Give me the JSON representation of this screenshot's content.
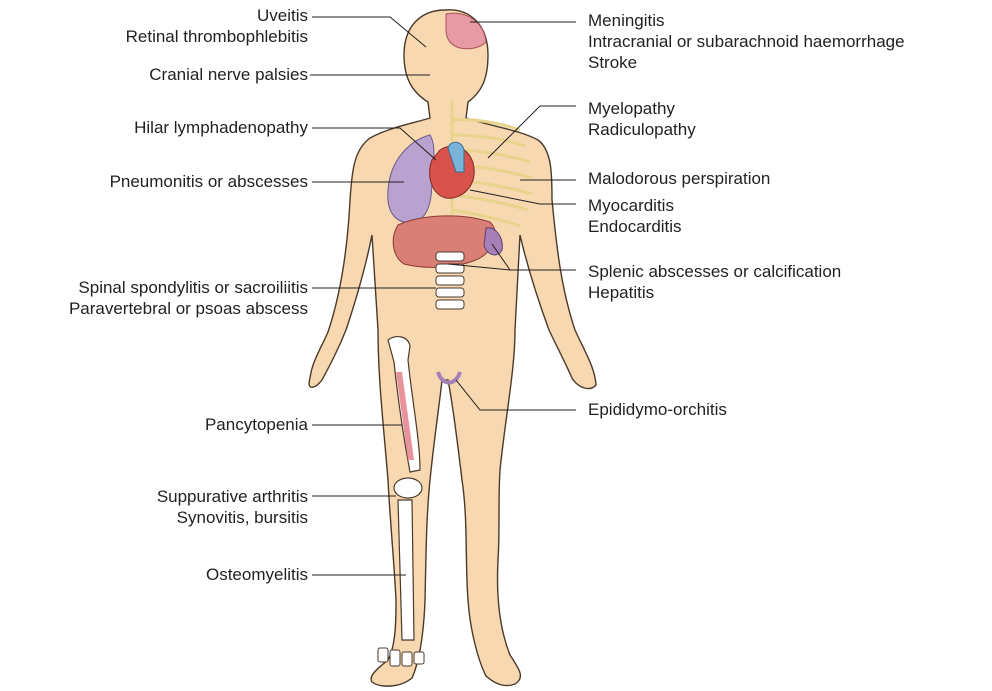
{
  "diagram": {
    "labels_left": [
      {
        "id": "eye",
        "lines": [
          "Uveitis",
          "Retinal thrombophlebitis"
        ]
      },
      {
        "id": "cranial",
        "lines": [
          "Cranial nerve palsies"
        ]
      },
      {
        "id": "hilar",
        "lines": [
          "Hilar lymphadenopathy"
        ]
      },
      {
        "id": "lung",
        "lines": [
          "Pneumonitis or abscesses"
        ]
      },
      {
        "id": "spine",
        "lines": [
          "Spinal spondylitis or sacroiliitis",
          "Paravertebral or psoas abscess"
        ]
      },
      {
        "id": "marrow",
        "lines": [
          "Pancytopenia"
        ]
      },
      {
        "id": "joint",
        "lines": [
          "Suppurative arthritis",
          "Synovitis, bursitis"
        ]
      },
      {
        "id": "bone",
        "lines": [
          "Osteomyelitis"
        ]
      }
    ],
    "labels_right": [
      {
        "id": "brain",
        "lines": [
          "Meningitis",
          "Intracranial or subarachnoid haemorrhage",
          "Stroke"
        ]
      },
      {
        "id": "nerves",
        "lines": [
          "Myelopathy",
          "Radiculopathy"
        ]
      },
      {
        "id": "skin",
        "lines": [
          "Malodorous perspiration"
        ]
      },
      {
        "id": "heart",
        "lines": [
          "Myocarditis",
          "Endocarditis"
        ]
      },
      {
        "id": "spleen",
        "lines": [
          "Splenic abscesses or calcification",
          "Hepatitis"
        ]
      },
      {
        "id": "testis",
        "lines": [
          "Epididymo-orchitis"
        ]
      }
    ],
    "colors": {
      "skin": "#f7d8b0",
      "skin_outline": "#4a3a2a",
      "brain": "#e79aa3",
      "lung": "#b9a2cf",
      "liver": "#d97f76",
      "heart": "#d9524b",
      "vessel_blue": "#7ab3d9",
      "spleen": "#a57fb6",
      "nerve": "#e9d48e",
      "bone": "#ffffff",
      "marrow": "#e8929c",
      "leader": "#231f20"
    }
  }
}
